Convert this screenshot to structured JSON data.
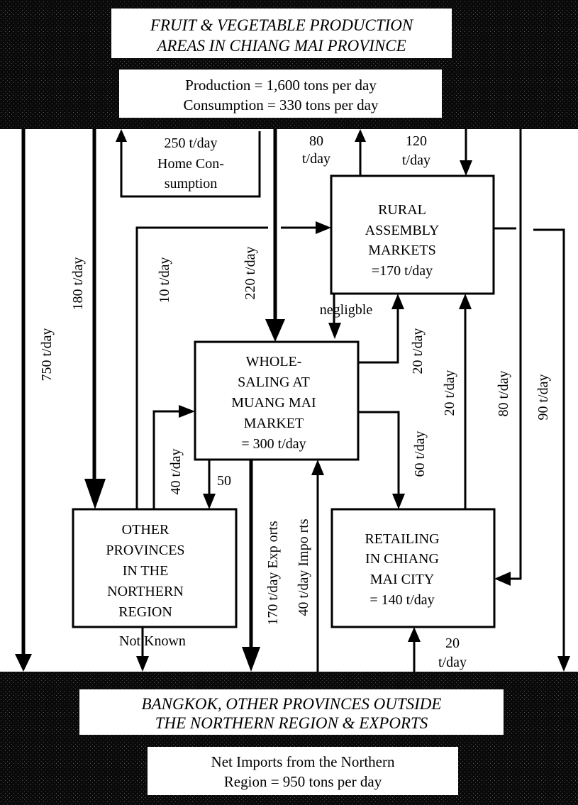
{
  "colors": {
    "band": "#0a0a0a",
    "box_fill": "#ffffff",
    "ink": "#000000"
  },
  "top_band": {
    "title_lines": [
      "FRUIT & VEGETABLE PRODUCTION",
      "AREAS IN CHIANG MAI PROVINCE"
    ],
    "stats_lines": [
      "Production = 1,600 tons per day",
      "Consumption = 330 tons per day"
    ]
  },
  "bottom_band": {
    "title_lines": [
      "BANGKOK, OTHER PROVINCES OUTSIDE",
      "THE NORTHERN REGION & EXPORTS"
    ],
    "stats_lines": [
      "Net Imports from the Northern",
      "Region = 950 tons per day"
    ]
  },
  "nodes": {
    "home": {
      "lines": [
        "250 t/day",
        "Home Con-",
        "sumption"
      ]
    },
    "rural": {
      "lines": [
        "RURAL",
        "ASSEMBLY",
        "MARKETS",
        "=170 t/day"
      ]
    },
    "wholesale": {
      "lines": [
        "WHOLE-",
        "SALING AT",
        "MUANG MAI",
        "MARKET",
        "= 300 t/day"
      ]
    },
    "other": {
      "lines": [
        "OTHER",
        "PROVINCES",
        "IN THE",
        "NORTHERN",
        "REGION"
      ]
    },
    "retail": {
      "lines": [
        "RETAILING",
        "IN CHIANG",
        "MAI CITY",
        "= 140 t/day"
      ]
    }
  },
  "flows": [
    {
      "id": "prod-to-bangkok",
      "label": "750 t/day"
    },
    {
      "id": "prod-to-other",
      "label": "180 t/day"
    },
    {
      "id": "other-to-rural",
      "label": "10 t/day"
    },
    {
      "id": "prod-to-wholesale",
      "label": "220 t/day"
    },
    {
      "id": "rural-to-prod",
      "label_lines": [
        "80",
        "t/day"
      ]
    },
    {
      "id": "prod-to-rural",
      "label_lines": [
        "120",
        "t/day"
      ]
    },
    {
      "id": "rural-to-wholesale",
      "label": "negligble"
    },
    {
      "id": "wholesale-to-rural",
      "label": "20 t/day"
    },
    {
      "id": "retail-to-rural",
      "label": "20 t/day"
    },
    {
      "id": "prod-to-retail",
      "label": "80 t/day"
    },
    {
      "id": "rural-to-bangkok",
      "label": "90 t/day"
    },
    {
      "id": "other-to-wholesale",
      "label": "40 t/day"
    },
    {
      "id": "wholesale-to-other",
      "label": "50"
    },
    {
      "id": "wholesale-to-retail",
      "label": "60 t/day"
    },
    {
      "id": "wholesale-exports",
      "label": "170 t/day Exp orts"
    },
    {
      "id": "bangkok-imports",
      "label": "40 t/day Impo rts"
    },
    {
      "id": "other-to-bangkok",
      "label": "Not Known"
    },
    {
      "id": "bangkok-to-retail",
      "label_lines": [
        "20",
        "t/day"
      ]
    }
  ]
}
